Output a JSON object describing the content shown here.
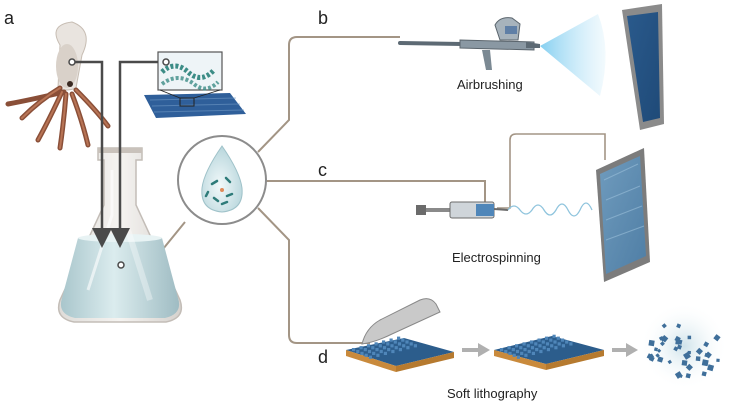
{
  "panels": {
    "a": "a",
    "b": "b",
    "c": "c",
    "d": "d"
  },
  "methods": {
    "airbrushing": "Airbrushing",
    "electrospinning": "Electrospinning",
    "soft_lithography": "Soft lithography"
  },
  "colors": {
    "connector": "#a39585",
    "arrow_dark": "#4a4a4a",
    "liquid": "#c9dde0",
    "film_blue": "#2f5f8f",
    "substrate_orange": "#d49a4a",
    "spray": "#bfe4f5",
    "particle": "#3f6f9a"
  },
  "icons": [
    "squid-icon",
    "protein-structure-icon",
    "flask-icon",
    "droplet-icon",
    "airbrush-icon",
    "syringe-icon",
    "stamp-icon"
  ]
}
